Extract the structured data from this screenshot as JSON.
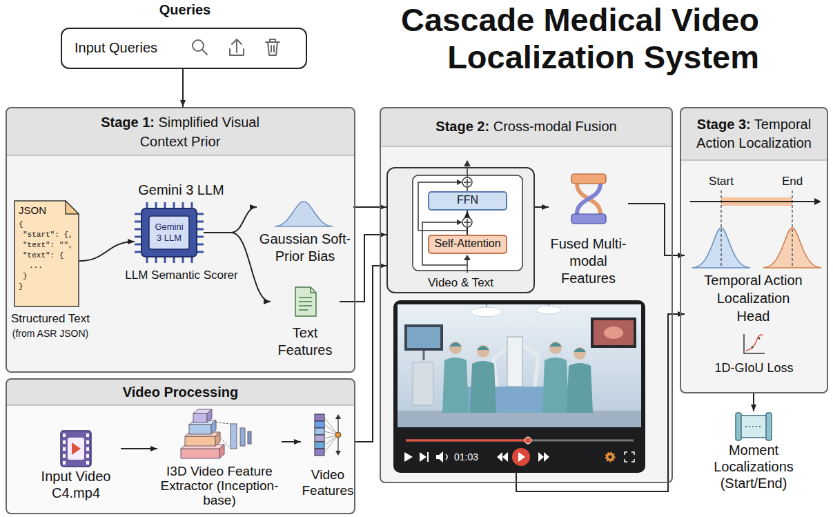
{
  "diagram": {
    "title": "Cascade Medical Video Localization System",
    "nodes": [
      {
        "text": [
          "Queries",
          "Input Queries"
        ]
      },
      {
        "text": [
          "Stage 1: Simplified Visual Context Prior"
        ]
      },
      {
        "text": [
          "JSON",
          "{",
          "\"start\": {,",
          "\"text\": \"\",",
          "\"text\": {",
          "...",
          "}",
          "}",
          "Structured Text",
          "(from ASR JSON)"
        ],
        "in": 1
      },
      {
        "text": [
          "Gemini 3 LLM",
          "Gemini 3 LLM",
          "LLM Semantic Scorer"
        ],
        "in": 1
      },
      {
        "text": [
          "Gaussian Soft-Prior Bias"
        ],
        "in": 1
      },
      {
        "text": [
          "Text Features"
        ],
        "in": 1
      },
      {
        "text": [
          "Video Processing"
        ]
      },
      {
        "text": [
          "Input Video C4.mp4"
        ],
        "in": 6
      },
      {
        "text": [
          "I3D Video Feature Extractor (Inception-base)"
        ],
        "in": 6
      },
      {
        "text": [
          "Video Features"
        ],
        "in": 6
      },
      {
        "text": [
          "Stage 2: Cross-modal Fusion"
        ]
      },
      {
        "text": [
          "Video & Text"
        ],
        "in": 10
      },
      {
        "text": [
          "FFN"
        ],
        "in": 11
      },
      {
        "text": [
          "Self-Attention"
        ],
        "in": 11
      },
      {
        "text": [
          "Fused Multi-modal Features"
        ],
        "in": 10
      },
      {
        "text": [
          "01:03"
        ],
        "in": 10
      },
      {
        "text": [
          "Stage 3: Temporal Action Localization"
        ]
      },
      {
        "text": [
          "Start",
          "End",
          "Temporal Action Localization Head"
        ],
        "in": 16
      },
      {
        "text": [
          "Moment Localizations (Start/End)"
        ]
      }
    ],
    "edges": [
      {
        "from": 0,
        "to": 1,
        "arrow": "to"
      },
      {
        "from": 2,
        "to": 3,
        "arrow": "to"
      },
      {
        "from": 3,
        "to": 4,
        "arrow": "to"
      },
      {
        "from": 3,
        "to": 5,
        "arrow": "to"
      },
      {
        "from": 4,
        "to": 11,
        "arrow": "to"
      },
      {
        "from": 5,
        "to": 11,
        "arrow": "to"
      },
      {
        "from": 9,
        "to": 11,
        "arrow": "to"
      },
      {
        "from": 7,
        "to": 8,
        "arrow": "to"
      },
      {
        "from": 8,
        "to": 9,
        "arrow": "to"
      },
      {
        "from": 13,
        "to": 12,
        "arrow": "to"
      },
      {
        "from": 11,
        "to": 14,
        "arrow": "to"
      },
      {
        "from": 14,
        "to": 17,
        "arrow": "to"
      },
      {
        "from": 15,
        "to": 17,
        "arrow": "to"
      },
      {
        "from": 16,
        "to": 18,
        "arrow": "to"
      }
    ],
    "labels": [
      "1D-GIoU Loss"
    ]
  }
}
